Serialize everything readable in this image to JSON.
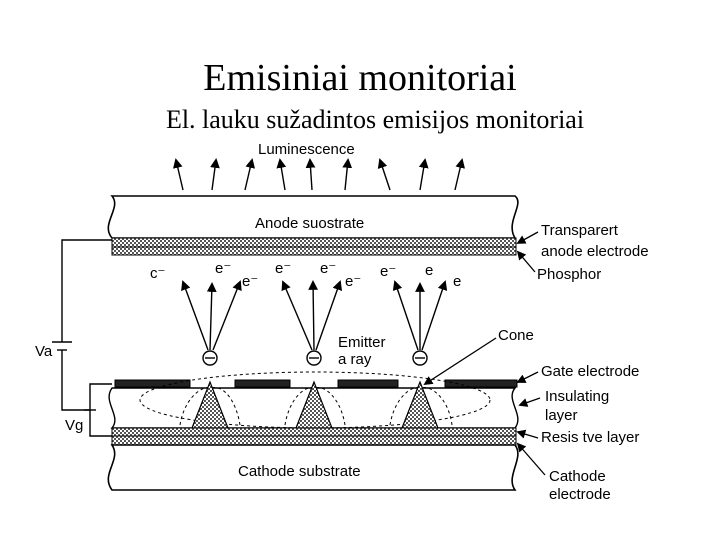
{
  "title": "Emisiniai monitoriai",
  "subtitle": "El.  lauku sužadintos emisijos monitoriai",
  "labels": {
    "luminescence": "Luminescence",
    "anode_substrate": "Anode suostrate",
    "transparent_1": "Transparert",
    "transparent_2": "anode electrode",
    "phosphor": "Phosphor",
    "cone": "Cone",
    "emitter_1": "Emitter",
    "emitter_2": "a ray",
    "va": "Va",
    "vg": "Vg",
    "gate_electrode": "Gate electrode",
    "insulating_1": "Insulating",
    "insulating_2": "layer",
    "resistive": "Resis tve layer",
    "cathode_substrate": "Cathode substrate",
    "cathode_1": "Cathode",
    "cathode_2": "electrode"
  },
  "electrons": [
    "c⁻",
    "e⁻",
    "e⁻",
    "e⁻",
    "e⁻",
    "e⁻",
    "e⁻",
    "e",
    "e"
  ]
}
